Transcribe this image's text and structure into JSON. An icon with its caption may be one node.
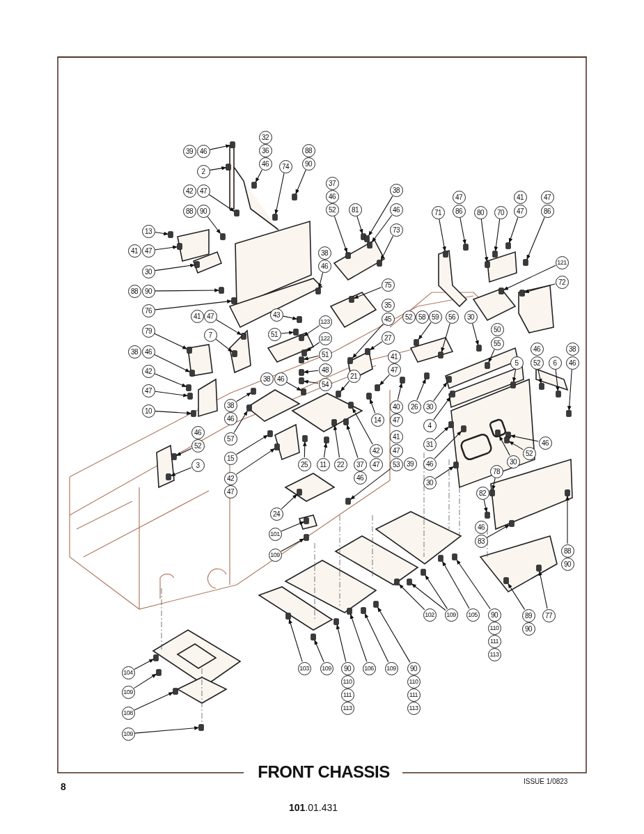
{
  "diagram": {
    "title": "FRONT CHASSIS",
    "nodes": [
      {
        "text": [
          "39"
        ]
      },
      {
        "text": [
          "46"
        ]
      },
      {
        "text": [
          "32"
        ]
      },
      {
        "text": [
          "36"
        ]
      },
      {
        "text": [
          "46"
        ]
      },
      {
        "text": [
          "88"
        ]
      },
      {
        "text": [
          "90"
        ]
      },
      {
        "text": [
          "2"
        ]
      },
      {
        "text": [
          "74"
        ]
      },
      {
        "text": [
          "42"
        ]
      },
      {
        "text": [
          "47"
        ]
      },
      {
        "text": [
          "88"
        ]
      },
      {
        "text": [
          "90"
        ]
      },
      {
        "text": [
          "13"
        ]
      },
      {
        "text": [
          "41"
        ]
      },
      {
        "text": [
          "47"
        ]
      },
      {
        "text": [
          "30"
        ]
      },
      {
        "text": [
          "88"
        ]
      },
      {
        "text": [
          "90"
        ]
      },
      {
        "text": [
          "76"
        ]
      },
      {
        "text": [
          "37"
        ]
      },
      {
        "text": [
          "46"
        ]
      },
      {
        "text": [
          "52"
        ]
      },
      {
        "text": [
          "81"
        ]
      },
      {
        "text": [
          "38"
        ]
      },
      {
        "text": [
          "46"
        ]
      },
      {
        "text": [
          "73"
        ]
      },
      {
        "text": [
          "38"
        ]
      },
      {
        "text": [
          "46"
        ]
      },
      {
        "text": [
          "75"
        ]
      },
      {
        "text": [
          "35"
        ]
      },
      {
        "text": [
          "45"
        ]
      },
      {
        "text": [
          "27"
        ]
      },
      {
        "text": [
          "43"
        ]
      },
      {
        "text": [
          "51"
        ]
      },
      {
        "text": [
          "123"
        ]
      },
      {
        "text": [
          "122"
        ]
      },
      {
        "text": [
          "51"
        ]
      },
      {
        "text": [
          "41"
        ]
      },
      {
        "text": [
          "47"
        ]
      },
      {
        "text": [
          "7"
        ]
      },
      {
        "text": [
          "79"
        ]
      },
      {
        "text": [
          "38"
        ]
      },
      {
        "text": [
          "46"
        ]
      },
      {
        "text": [
          "42"
        ]
      },
      {
        "text": [
          "47"
        ]
      },
      {
        "text": [
          "10"
        ]
      },
      {
        "text": [
          "48"
        ]
      },
      {
        "text": [
          "54"
        ]
      },
      {
        "text": [
          "38"
        ]
      },
      {
        "text": [
          "46"
        ]
      },
      {
        "text": [
          "38"
        ]
      },
      {
        "text": [
          "46"
        ]
      },
      {
        "text": [
          "57"
        ]
      },
      {
        "text": [
          "46"
        ]
      },
      {
        "text": [
          "52"
        ]
      },
      {
        "text": [
          "3"
        ]
      },
      {
        "text": [
          "15"
        ]
      },
      {
        "text": [
          "42"
        ]
      },
      {
        "text": [
          "47"
        ]
      },
      {
        "text": [
          "21"
        ]
      },
      {
        "text": [
          "25"
        ]
      },
      {
        "text": [
          "11"
        ]
      },
      {
        "text": [
          "22"
        ]
      },
      {
        "text": [
          "37"
        ]
      },
      {
        "text": [
          "46"
        ]
      },
      {
        "text": [
          "14"
        ]
      },
      {
        "text": [
          "42"
        ]
      },
      {
        "text": [
          "47"
        ]
      },
      {
        "text": [
          "24"
        ]
      },
      {
        "text": [
          "41"
        ]
      },
      {
        "text": [
          "47"
        ]
      },
      {
        "text": [
          "40"
        ]
      },
      {
        "text": [
          "26"
        ]
      },
      {
        "text": [
          "30"
        ]
      },
      {
        "text": [
          "47"
        ]
      },
      {
        "text": [
          "4"
        ]
      },
      {
        "text": [
          "31"
        ]
      },
      {
        "text": [
          "41"
        ]
      },
      {
        "text": [
          "47"
        ]
      },
      {
        "text": [
          "53"
        ]
      },
      {
        "text": [
          "39"
        ]
      },
      {
        "text": [
          "46"
        ]
      },
      {
        "text": [
          "30"
        ]
      },
      {
        "text": [
          "46"
        ]
      },
      {
        "text": [
          "52"
        ]
      },
      {
        "text": [
          "30"
        ]
      },
      {
        "text": [
          "78"
        ]
      },
      {
        "text": [
          "82"
        ]
      },
      {
        "text": [
          "46"
        ]
      },
      {
        "text": [
          "83"
        ]
      },
      {
        "text": [
          "88"
        ]
      },
      {
        "text": [
          "90"
        ]
      },
      {
        "text": [
          "89"
        ]
      },
      {
        "text": [
          "90"
        ]
      },
      {
        "text": [
          "77"
        ]
      },
      {
        "text": [
          "52"
        ]
      },
      {
        "text": [
          "58"
        ]
      },
      {
        "text": [
          "59"
        ]
      },
      {
        "text": [
          "56"
        ]
      },
      {
        "text": [
          "30"
        ]
      },
      {
        "text": [
          "50"
        ]
      },
      {
        "text": [
          "55"
        ]
      },
      {
        "text": [
          "71"
        ]
      },
      {
        "text": [
          "47"
        ]
      },
      {
        "text": [
          "86"
        ]
      },
      {
        "text": [
          "80"
        ]
      },
      {
        "text": [
          "70"
        ]
      },
      {
        "text": [
          "41"
        ]
      },
      {
        "text": [
          "47"
        ]
      },
      {
        "text": [
          "47"
        ]
      },
      {
        "text": [
          "86"
        ]
      },
      {
        "text": [
          "121"
        ]
      },
      {
        "text": [
          "72"
        ]
      },
      {
        "text": [
          "5"
        ]
      },
      {
        "text": [
          "46"
        ]
      },
      {
        "text": [
          "52"
        ]
      },
      {
        "text": [
          "6"
        ]
      },
      {
        "text": [
          "38"
        ]
      },
      {
        "text": [
          "46"
        ]
      },
      {
        "text": [
          "101"
        ]
      },
      {
        "text": [
          "109"
        ]
      },
      {
        "text": [
          "102"
        ]
      },
      {
        "text": [
          "109"
        ]
      },
      {
        "text": [
          "105"
        ]
      },
      {
        "text": [
          "90"
        ]
      },
      {
        "text": [
          "110"
        ]
      },
      {
        "text": [
          "111"
        ]
      },
      {
        "text": [
          "113"
        ]
      },
      {
        "text": [
          "103"
        ]
      },
      {
        "text": [
          "109"
        ]
      },
      {
        "text": [
          "90"
        ]
      },
      {
        "text": [
          "110"
        ]
      },
      {
        "text": [
          "111"
        ]
      },
      {
        "text": [
          "113"
        ]
      },
      {
        "text": [
          "106"
        ]
      },
      {
        "text": [
          "109"
        ]
      },
      {
        "text": [
          "90"
        ]
      },
      {
        "text": [
          "110"
        ]
      },
      {
        "text": [
          "111"
        ]
      },
      {
        "text": [
          "113"
        ]
      },
      {
        "text": [
          "104"
        ]
      },
      {
        "text": [
          "109"
        ]
      },
      {
        "text": [
          "108"
        ]
      },
      {
        "text": [
          "109"
        ]
      },
      {
        "text": [],
        "shape": "box"
      },
      {
        "text": [],
        "shape": "box"
      },
      {
        "text": [],
        "shape": "box"
      },
      {
        "text": [],
        "shape": "box"
      },
      {
        "text": [],
        "shape": "box"
      },
      {
        "text": [],
        "shape": "box"
      },
      {
        "text": [],
        "shape": "box"
      },
      {
        "text": [],
        "shape": "box"
      },
      {
        "text": [],
        "shape": "box"
      },
      {
        "text": [],
        "shape": "box"
      },
      {
        "text": [],
        "shape": "box"
      },
      {
        "text": [],
        "shape": "box"
      },
      {
        "text": [],
        "shape": "box"
      },
      {
        "text": [],
        "shape": "box"
      },
      {
        "text": [],
        "shape": "box"
      },
      {
        "text": [],
        "shape": "box"
      },
      {
        "text": [],
        "shape": "box"
      },
      {
        "text": [],
        "shape": "box"
      },
      {
        "text": [],
        "shape": "box"
      },
      {
        "text": [],
        "shape": "box"
      },
      {
        "text": [],
        "shape": "box"
      },
      {
        "text": [],
        "shape": "box"
      },
      {
        "text": [],
        "shape": "box"
      },
      {
        "text": [],
        "shape": "box"
      },
      {
        "text": [],
        "shape": "box"
      },
      {
        "text": [],
        "shape": "box"
      },
      {
        "text": [],
        "shape": "box"
      },
      {
        "text": [],
        "shape": "box"
      },
      {
        "text": [],
        "shape": "box"
      },
      {
        "text": [],
        "shape": "box"
      },
      {
        "text": [],
        "shape": "box"
      },
      {
        "text": [],
        "shape": "box"
      },
      {
        "text": [],
        "shape": "box"
      },
      {
        "text": [],
        "shape": "box"
      },
      {
        "text": [],
        "shape": "box"
      },
      {
        "text": [],
        "shape": "box"
      },
      {
        "text": [],
        "shape": "box"
      },
      {
        "text": [],
        "shape": "box"
      },
      {
        "text": [],
        "shape": "box"
      },
      {
        "text": [],
        "shape": "box"
      },
      {
        "text": [],
        "shape": "box"
      },
      {
        "text": [],
        "shape": "box"
      },
      {
        "text": [],
        "shape": "box"
      },
      {
        "text": [],
        "shape": "box"
      },
      {
        "text": [],
        "shape": "box"
      },
      {
        "text": [],
        "shape": "box"
      },
      {
        "text": [],
        "shape": "box"
      },
      {
        "text": [],
        "shape": "box"
      },
      {
        "text": [],
        "shape": "box"
      },
      {
        "text": [],
        "shape": "box"
      },
      {
        "text": [],
        "shape": "box"
      },
      {
        "text": [],
        "shape": "box"
      },
      {
        "text": [],
        "shape": "box"
      },
      {
        "text": [],
        "shape": "box"
      },
      {
        "text": [],
        "shape": "box"
      },
      {
        "text": [],
        "shape": "box"
      },
      {
        "text": [],
        "shape": "box"
      },
      {
        "text": [],
        "shape": "box"
      },
      {
        "text": [],
        "shape": "box"
      },
      {
        "text": [],
        "shape": "box"
      },
      {
        "text": [],
        "shape": "box"
      },
      {
        "text": [],
        "shape": "box"
      },
      {
        "text": [],
        "shape": "box"
      },
      {
        "text": [],
        "shape": "box"
      },
      {
        "text": [],
        "shape": "box"
      },
      {
        "text": [],
        "shape": "box"
      },
      {
        "text": [],
        "shape": "box"
      },
      {
        "text": [],
        "shape": "box"
      },
      {
        "text": [],
        "shape": "box"
      },
      {
        "text": [],
        "shape": "box"
      },
      {
        "text": [],
        "shape": "box"
      },
      {
        "text": [],
        "shape": "box"
      },
      {
        "text": [],
        "shape": "box"
      },
      {
        "text": [],
        "shape": "box"
      },
      {
        "text": [],
        "shape": "box"
      },
      {
        "text": [],
        "shape": "box"
      },
      {
        "text": [],
        "shape": "box"
      },
      {
        "text": [],
        "shape": "box"
      },
      {
        "text": [],
        "shape": "box"
      },
      {
        "text": [],
        "shape": "box"
      },
      {
        "text": [],
        "shape": "box"
      },
      {
        "text": [],
        "shape": "box"
      },
      {
        "text": [],
        "shape": "box"
      },
      {
        "text": [],
        "shape": "box"
      },
      {
        "text": [],
        "shape": "box"
      },
      {
        "text": [],
        "shape": "box"
      },
      {
        "text": [],
        "shape": "box"
      },
      {
        "text": [],
        "shape": "box"
      },
      {
        "text": [],
        "shape": "box"
      },
      {
        "text": [],
        "shape": "box"
      },
      {
        "text": [],
        "shape": "box"
      },
      {
        "text": [],
        "shape": "box"
      },
      {
        "text": [],
        "shape": "box"
      },
      {
        "text": [],
        "shape": "box"
      },
      {
        "text": [],
        "shape": "box"
      },
      {
        "text": [],
        "shape": "box"
      },
      {
        "text": [],
        "shape": "box"
      },
      {
        "text": [],
        "shape": "box"
      },
      {
        "text": [],
        "shape": "box"
      },
      {
        "text": [],
        "shape": "box"
      },
      {
        "text": [],
        "shape": "box"
      }
    ],
    "edges": [
      {
        "from": 1,
        "to": 145,
        "arrow": "to"
      },
      {
        "from": 4,
        "to": 146,
        "arrow": "to"
      },
      {
        "from": 6,
        "to": 147,
        "arrow": "to"
      },
      {
        "from": 7,
        "to": 148,
        "arrow": "to"
      },
      {
        "from": 8,
        "to": 149,
        "arrow": "to"
      },
      {
        "from": 10,
        "to": 150,
        "arrow": "to"
      },
      {
        "from": 12,
        "to": 151,
        "arrow": "to"
      },
      {
        "from": 13,
        "to": 152,
        "arrow": "to"
      },
      {
        "from": 15,
        "to": 153,
        "arrow": "to"
      },
      {
        "from": 16,
        "to": 154,
        "arrow": "to"
      },
      {
        "from": 18,
        "to": 155,
        "arrow": "to"
      },
      {
        "from": 19,
        "to": 156,
        "arrow": "to"
      },
      {
        "from": 22,
        "to": 157,
        "arrow": "to"
      },
      {
        "from": 23,
        "to": 158,
        "arrow": "to"
      },
      {
        "from": 24,
        "to": 159,
        "arrow": "to"
      },
      {
        "from": 25,
        "to": 160,
        "arrow": "to"
      },
      {
        "from": 26,
        "to": 161,
        "arrow": "to"
      },
      {
        "from": 28,
        "to": 162,
        "arrow": "to"
      },
      {
        "from": 29,
        "to": 163,
        "arrow": "to"
      },
      {
        "from": 31,
        "to": 164,
        "arrow": "to"
      },
      {
        "from": 32,
        "to": 165,
        "arrow": "to"
      },
      {
        "from": 33,
        "to": 166,
        "arrow": "to"
      },
      {
        "from": 34,
        "to": 167,
        "arrow": "to"
      },
      {
        "from": 35,
        "to": 168,
        "arrow": "to"
      },
      {
        "from": 36,
        "to": 169,
        "arrow": "to"
      },
      {
        "from": 37,
        "to": 170,
        "arrow": "to"
      },
      {
        "from": 39,
        "to": 171,
        "arrow": "to"
      },
      {
        "from": 40,
        "to": 172,
        "arrow": "to"
      },
      {
        "from": 41,
        "to": 173,
        "arrow": "to"
      },
      {
        "from": 43,
        "to": 174,
        "arrow": "to"
      },
      {
        "from": 44,
        "to": 175,
        "arrow": "to"
      },
      {
        "from": 45,
        "to": 176,
        "arrow": "to"
      },
      {
        "from": 46,
        "to": 177,
        "arrow": "to"
      },
      {
        "from": 47,
        "to": 178,
        "arrow": "to"
      },
      {
        "from": 48,
        "to": 179,
        "arrow": "to"
      },
      {
        "from": 50,
        "to": 180,
        "arrow": "to"
      },
      {
        "from": 51,
        "to": 181,
        "arrow": "to"
      },
      {
        "from": 53,
        "to": 182,
        "arrow": "to"
      },
      {
        "from": 55,
        "to": 183,
        "arrow": "to"
      },
      {
        "from": 56,
        "to": 184,
        "arrow": "to"
      },
      {
        "from": 57,
        "to": 185,
        "arrow": "to"
      },
      {
        "from": 58,
        "to": 186,
        "arrow": "to"
      },
      {
        "from": 60,
        "to": 187,
        "arrow": "to"
      },
      {
        "from": 61,
        "to": 188,
        "arrow": "to"
      },
      {
        "from": 62,
        "to": 189,
        "arrow": "to"
      },
      {
        "from": 63,
        "to": 190,
        "arrow": "to"
      },
      {
        "from": 64,
        "to": 191,
        "arrow": "to"
      },
      {
        "from": 66,
        "to": 192,
        "arrow": "to"
      },
      {
        "from": 67,
        "to": 193,
        "arrow": "to"
      },
      {
        "from": 69,
        "to": 194,
        "arrow": "to"
      },
      {
        "from": 71,
        "to": 195,
        "arrow": "to"
      },
      {
        "from": 72,
        "to": 196,
        "arrow": "to"
      },
      {
        "from": 73,
        "to": 197,
        "arrow": "to"
      },
      {
        "from": 74,
        "to": 198,
        "arrow": "to"
      },
      {
        "from": 76,
        "to": 199,
        "arrow": "to"
      },
      {
        "from": 77,
        "to": 200,
        "arrow": "to"
      },
      {
        "from": 80,
        "to": 201,
        "arrow": "to"
      },
      {
        "from": 82,
        "to": 202,
        "arrow": "to"
      },
      {
        "from": 83,
        "to": 203,
        "arrow": "to"
      },
      {
        "from": 84,
        "to": 204,
        "arrow": "to"
      },
      {
        "from": 85,
        "to": 205,
        "arrow": "to"
      },
      {
        "from": 86,
        "to": 206,
        "arrow": "to"
      },
      {
        "from": 87,
        "to": 207,
        "arrow": "to"
      },
      {
        "from": 88,
        "to": 208,
        "arrow": "to"
      },
      {
        "from": 90,
        "to": 209,
        "arrow": "to"
      },
      {
        "from": 91,
        "to": 210,
        "arrow": "to"
      },
      {
        "from": 93,
        "to": 211,
        "arrow": "to"
      },
      {
        "from": 95,
        "to": 212,
        "arrow": "to"
      },
      {
        "from": 98,
        "to": 213,
        "arrow": "to"
      },
      {
        "from": 99,
        "to": 214,
        "arrow": "to"
      },
      {
        "from": 100,
        "to": 215,
        "arrow": "to"
      },
      {
        "from": 102,
        "to": 216,
        "arrow": "to"
      },
      {
        "from": 103,
        "to": 217,
        "arrow": "to"
      },
      {
        "from": 105,
        "to": 218,
        "arrow": "to"
      },
      {
        "from": 106,
        "to": 219,
        "arrow": "to"
      },
      {
        "from": 107,
        "to": 220,
        "arrow": "to"
      },
      {
        "from": 109,
        "to": 221,
        "arrow": "to"
      },
      {
        "from": 111,
        "to": 222,
        "arrow": "to"
      },
      {
        "from": 112,
        "to": 223,
        "arrow": "to"
      },
      {
        "from": 113,
        "to": 224,
        "arrow": "to"
      },
      {
        "from": 114,
        "to": 225,
        "arrow": "to"
      },
      {
        "from": 116,
        "to": 226,
        "arrow": "to"
      },
      {
        "from": 117,
        "to": 227,
        "arrow": "to"
      },
      {
        "from": 119,
        "to": 228,
        "arrow": "to"
      },
      {
        "from": 120,
        "to": 229,
        "arrow": "to"
      },
      {
        "from": 121,
        "to": 230,
        "arrow": "to"
      },
      {
        "from": 122,
        "to": 231,
        "arrow": "to"
      },
      {
        "from": 123,
        "to": 232,
        "arrow": "to"
      },
      {
        "from": 123,
        "to": 233,
        "arrow": "to"
      },
      {
        "from": 124,
        "to": 234,
        "arrow": "to"
      },
      {
        "from": 125,
        "to": 235,
        "arrow": "to"
      },
      {
        "from": 129,
        "to": 236,
        "arrow": "to"
      },
      {
        "from": 130,
        "to": 237,
        "arrow": "to"
      },
      {
        "from": 131,
        "to": 238,
        "arrow": "to"
      },
      {
        "from": 135,
        "to": 239,
        "arrow": "to"
      },
      {
        "from": 136,
        "to": 240,
        "arrow": "to"
      },
      {
        "from": 137,
        "to": 241,
        "arrow": "to"
      },
      {
        "from": 141,
        "to": 242,
        "arrow": "to"
      },
      {
        "from": 142,
        "to": 243,
        "arrow": "to"
      },
      {
        "from": 143,
        "to": 244,
        "arrow": "to"
      },
      {
        "from": 144,
        "to": 245,
        "arrow": "to"
      }
    ],
    "labels": [
      "8",
      "ISSUE 1/0823",
      "**101**.01.431"
    ]
  }
}
